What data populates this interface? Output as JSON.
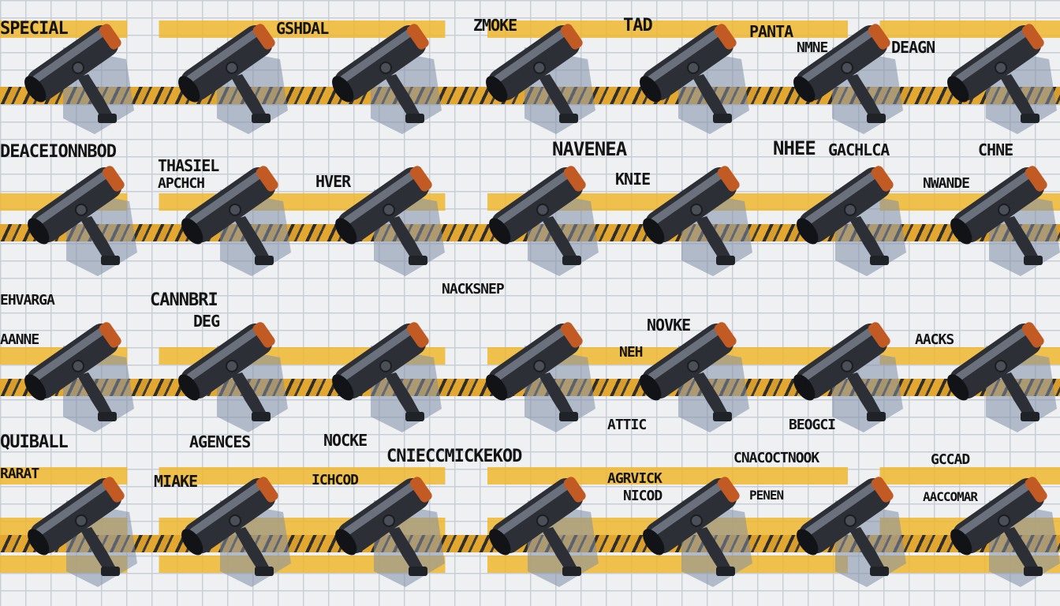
{
  "scene": {
    "palette": {
      "wall": "#eef0f2",
      "mortar": "#c9ced6",
      "tape_yellow": "#e3a21f",
      "camera_body": "#2c2f36",
      "camera_highlight": "#6b717c",
      "camera_tip": "#c25a24",
      "shadow": "#7f8ea6"
    },
    "cameras_per_row": 7,
    "camera_rows": 4,
    "camera_icon": "security-camera-icon"
  },
  "graffiti": [
    "SPECIAL",
    "TAD",
    "PANTA",
    "NMNE",
    "DEAGN",
    "ZMOKE",
    "GSHDAL",
    "DEACEIONNBOD",
    "NAVENEA",
    "NHEE",
    "GACHLCA",
    "CHNE",
    "THASIEL",
    "KNIE",
    "APCHCH",
    "HVER",
    "NWANDE",
    "EHVARGA",
    "CANNBRI",
    "DEG",
    "NOVKE",
    "AANNE",
    "NEH",
    "BEOGCI",
    "AACKS",
    "QUIBALL",
    "AGENCES",
    "NOCKE",
    "ATTIC",
    "RARAT",
    "MIAKE",
    "ICHCOD",
    "AGRVICK",
    "NICOD",
    "CNIECCMICKEKOD",
    "GCCAD",
    "AACCOMAR",
    "PENEN",
    "NACKSNEP",
    "CNACOCTNOOK"
  ]
}
